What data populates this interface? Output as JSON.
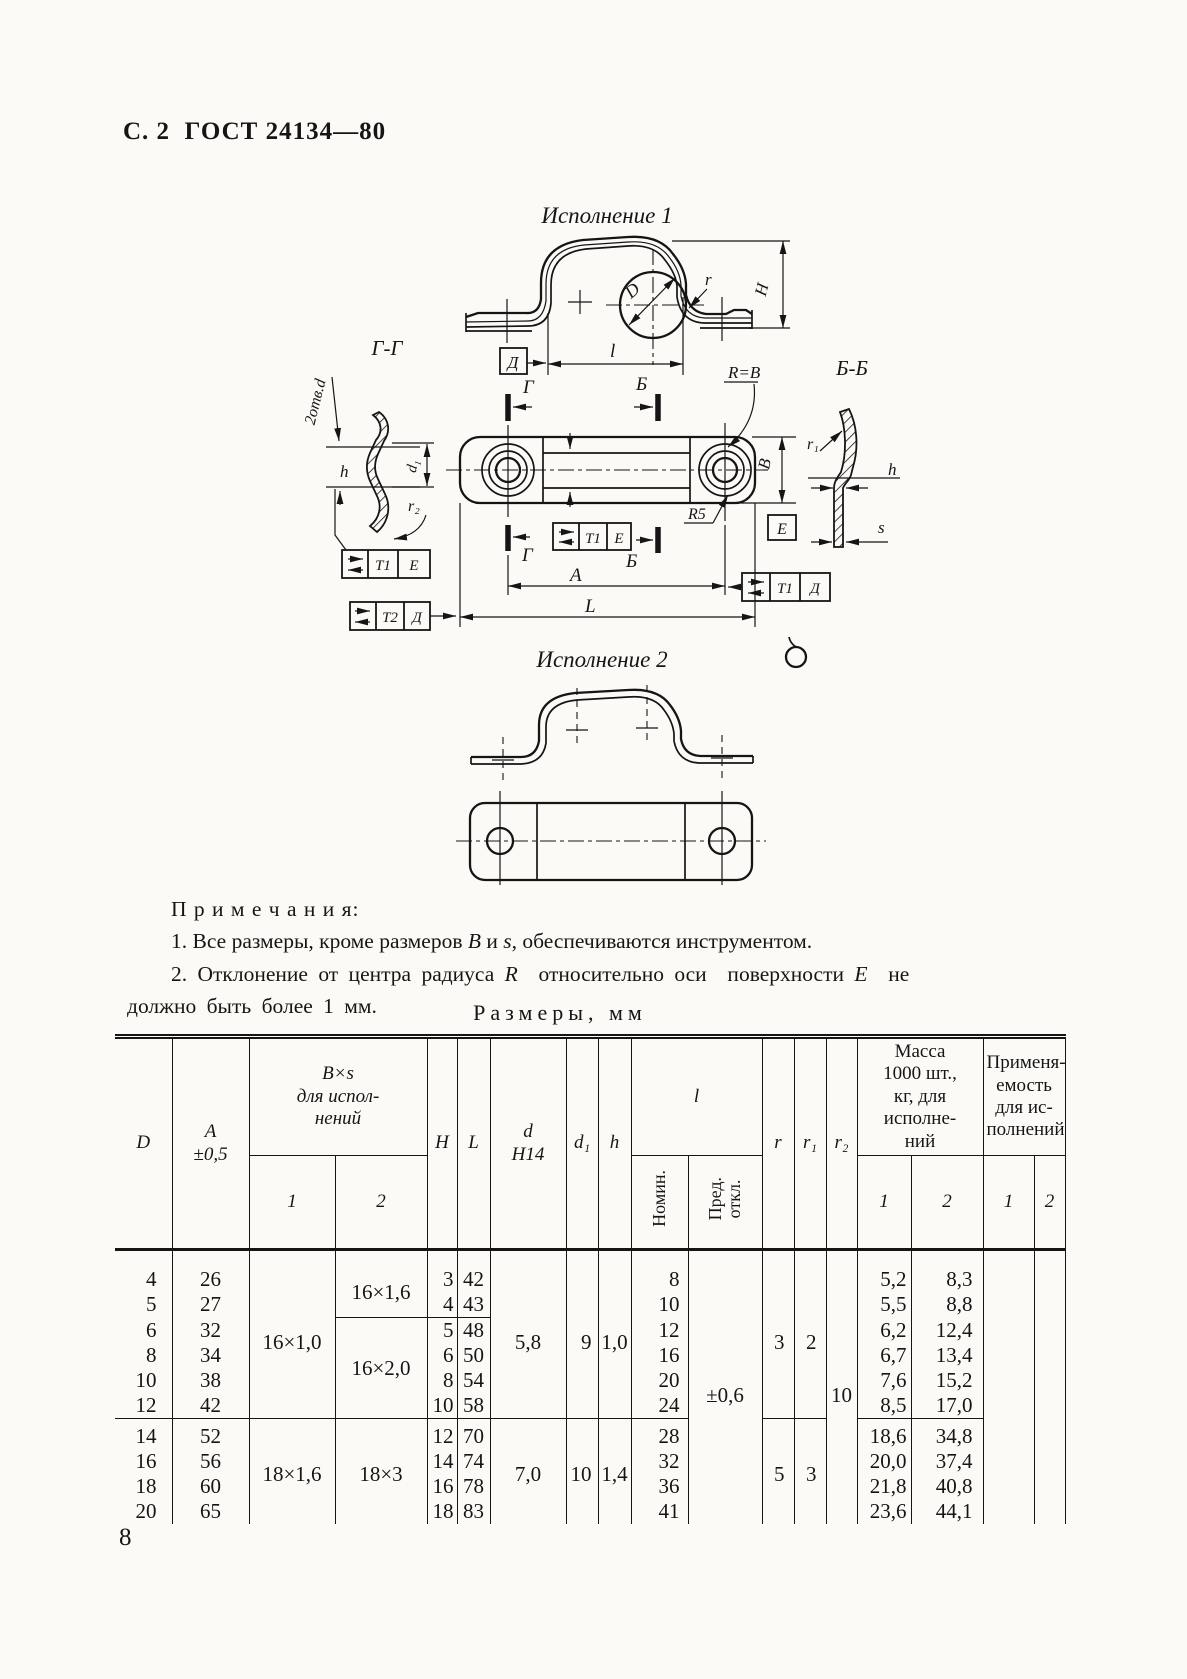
{
  "page": {
    "header": "С. 2  ГОСТ 24134—80",
    "page_number": "8"
  },
  "notes": {
    "heading": "П р и м е ч а н и я:",
    "items": [
      [
        {
          "t": "1. Все размеры, кроме размеров "
        },
        {
          "t": "B",
          "i": 1
        },
        {
          "t": " и "
        },
        {
          "t": "s",
          "i": 1
        },
        {
          "t": ", обеспечиваются инструментом."
        }
      ],
      [
        {
          "t": "2. Отклонение от центра радиуса "
        },
        {
          "t": "R",
          "i": 1
        },
        {
          "t": "  относительно оси  поверхности "
        },
        {
          "t": "E",
          "i": 1
        },
        {
          "t": "  не\nдолжно быть более 1 мм."
        }
      ]
    ]
  },
  "drawing": {
    "exec1_title": "Исполнение 1",
    "exec2_title": "Исполнение 2",
    "section_gg": "Г-Г",
    "section_bb": "Б-Б",
    "holes_label": "2отв.d",
    "dim_D": "D",
    "dim_r": "r",
    "dim_H": "H",
    "dim_l": "l",
    "dim_A": "A",
    "dim_L": "L",
    "dim_B": "B",
    "dim_h": "h",
    "dim_d1": "d₁",
    "dim_r1": "r₁",
    "dim_r2": "r₂",
    "dim_s": "s",
    "radius_eq": "R=B",
    "radius_r5": "R5",
    "datum_d": "Д",
    "datum_e": "Е",
    "cut_g": "Г",
    "cut_b": "Б",
    "tol_t1": "Т1",
    "tol_t2": "Т2",
    "stamp": "О"
  },
  "table": {
    "title": "Размеры, мм",
    "header_rows": [
      [
        {
          "t": "D",
          "rs": 2,
          "cls": "it"
        },
        {
          "t": "A\n±0,5",
          "rs": 2,
          "cls": "it"
        },
        {
          "t": "B×s\nдля испол-\nнений",
          "cs": 2,
          "cls": "it grp"
        },
        {
          "t": "H",
          "rs": 2,
          "cls": "it"
        },
        {
          "t": "L",
          "rs": 2,
          "cls": "it"
        },
        {
          "t": "d\nН14",
          "rs": 2,
          "cls": "it"
        },
        {
          "t": "d₁",
          "rs": 2,
          "cls": "it"
        },
        {
          "t": "h",
          "rs": 2,
          "cls": "it"
        },
        {
          "t": "l",
          "cs": 2,
          "cls": "it grp"
        },
        {
          "t": "r",
          "rs": 2,
          "cls": "it"
        },
        {
          "t": "r₁",
          "rs": 2,
          "cls": "it"
        },
        {
          "t": "r₂",
          "rs": 2,
          "cls": "it"
        },
        {
          "t": "Масса\n1000 шт.,\nкг, для\nисполне-\nний",
          "cs": 2,
          "cls": "grp"
        },
        {
          "t": "Применя-\nемость\nдля ис-\nполнений",
          "cs": 2,
          "cls": "grp"
        }
      ],
      [
        {
          "t": "1",
          "cls": "it"
        },
        {
          "t": "2",
          "cls": "it"
        },
        {
          "t": "Номин.",
          "cls": "vert"
        },
        {
          "t": "Пред.\nоткл.",
          "cls": "vert"
        },
        {
          "t": "1",
          "cls": "it"
        },
        {
          "t": "2",
          "cls": "it"
        },
        {
          "t": "1",
          "cls": "it"
        },
        {
          "t": "2",
          "cls": "it"
        }
      ]
    ],
    "body_rows": [
      [
        {
          "t": "4"
        },
        {
          "t": "26"
        },
        {
          "t": "16×1,0",
          "rs": 6
        },
        {
          "t": "16×1,6",
          "rs": 2
        },
        {
          "t": "3"
        },
        {
          "t": "42"
        },
        {
          "t": "5,8",
          "rs": 6
        },
        {
          "t": "9",
          "rs": 6
        },
        {
          "t": "1,0",
          "rs": 6
        },
        {
          "t": "8"
        },
        {
          "t": "±0,6",
          "rs": 10
        },
        {
          "t": "3",
          "rs": 6
        },
        {
          "t": "2",
          "rs": 6
        },
        {
          "t": "10",
          "rs": 10
        },
        {
          "t": "5,2"
        },
        {
          "t": "8,3"
        },
        {
          "t": "",
          "rs": 10
        },
        {
          "t": "",
          "rs": 10
        }
      ],
      [
        {
          "t": "5"
        },
        {
          "t": "27"
        },
        {
          "t": "4"
        },
        {
          "t": "43"
        },
        {
          "t": "10"
        },
        {
          "t": "5,5"
        },
        {
          "t": "8,8"
        }
      ],
      [
        {
          "t": "6"
        },
        {
          "t": "32"
        },
        {
          "t": "16×2,0",
          "rs": 4,
          "cls": "sd"
        },
        {
          "t": "5",
          "cls": "sd"
        },
        {
          "t": "48",
          "cls": "sd"
        },
        {
          "t": "12"
        },
        {
          "t": "6,2"
        },
        {
          "t": "12,4"
        }
      ],
      [
        {
          "t": "8"
        },
        {
          "t": "34"
        },
        {
          "t": "6"
        },
        {
          "t": "50"
        },
        {
          "t": "16"
        },
        {
          "t": "6,7"
        },
        {
          "t": "13,4"
        }
      ],
      [
        {
          "t": "10"
        },
        {
          "t": "38"
        },
        {
          "t": "8"
        },
        {
          "t": "54"
        },
        {
          "t": "20"
        },
        {
          "t": "7,6"
        },
        {
          "t": "15,2"
        }
      ],
      [
        {
          "t": "12"
        },
        {
          "t": "42"
        },
        {
          "t": "10"
        },
        {
          "t": "58"
        },
        {
          "t": "24"
        },
        {
          "t": "8,5"
        },
        {
          "t": "17,0"
        }
      ],
      [
        {
          "t": "14",
          "cls": "gd"
        },
        {
          "t": "52",
          "cls": "gd"
        },
        {
          "t": "18×1,6",
          "rs": 4,
          "cls": "gd"
        },
        {
          "t": "18×3",
          "rs": 4,
          "cls": "gd"
        },
        {
          "t": "12",
          "cls": "gd"
        },
        {
          "t": "70",
          "cls": "gd"
        },
        {
          "t": "7,0",
          "rs": 4,
          "cls": "gd"
        },
        {
          "t": "10",
          "rs": 4,
          "cls": "gd"
        },
        {
          "t": "1,4",
          "rs": 4,
          "cls": "gd"
        },
        {
          "t": "28",
          "cls": "gd"
        },
        {
          "t": "5",
          "rs": 4,
          "cls": "gd"
        },
        {
          "t": "3",
          "rs": 4,
          "cls": "gd"
        },
        {
          "t": "18,6",
          "cls": "gd"
        },
        {
          "t": "34,8",
          "cls": "gd"
        }
      ],
      [
        {
          "t": "16"
        },
        {
          "t": "56"
        },
        {
          "t": "14"
        },
        {
          "t": "74"
        },
        {
          "t": "32"
        },
        {
          "t": "20,0"
        },
        {
          "t": "37,4"
        }
      ],
      [
        {
          "t": "18"
        },
        {
          "t": "60"
        },
        {
          "t": "16"
        },
        {
          "t": "78"
        },
        {
          "t": "36"
        },
        {
          "t": "21,8"
        },
        {
          "t": "40,8"
        }
      ],
      [
        {
          "t": "20"
        },
        {
          "t": "65"
        },
        {
          "t": "18"
        },
        {
          "t": "83"
        },
        {
          "t": "41"
        },
        {
          "t": "23,6"
        },
        {
          "t": "44,1"
        }
      ]
    ]
  }
}
